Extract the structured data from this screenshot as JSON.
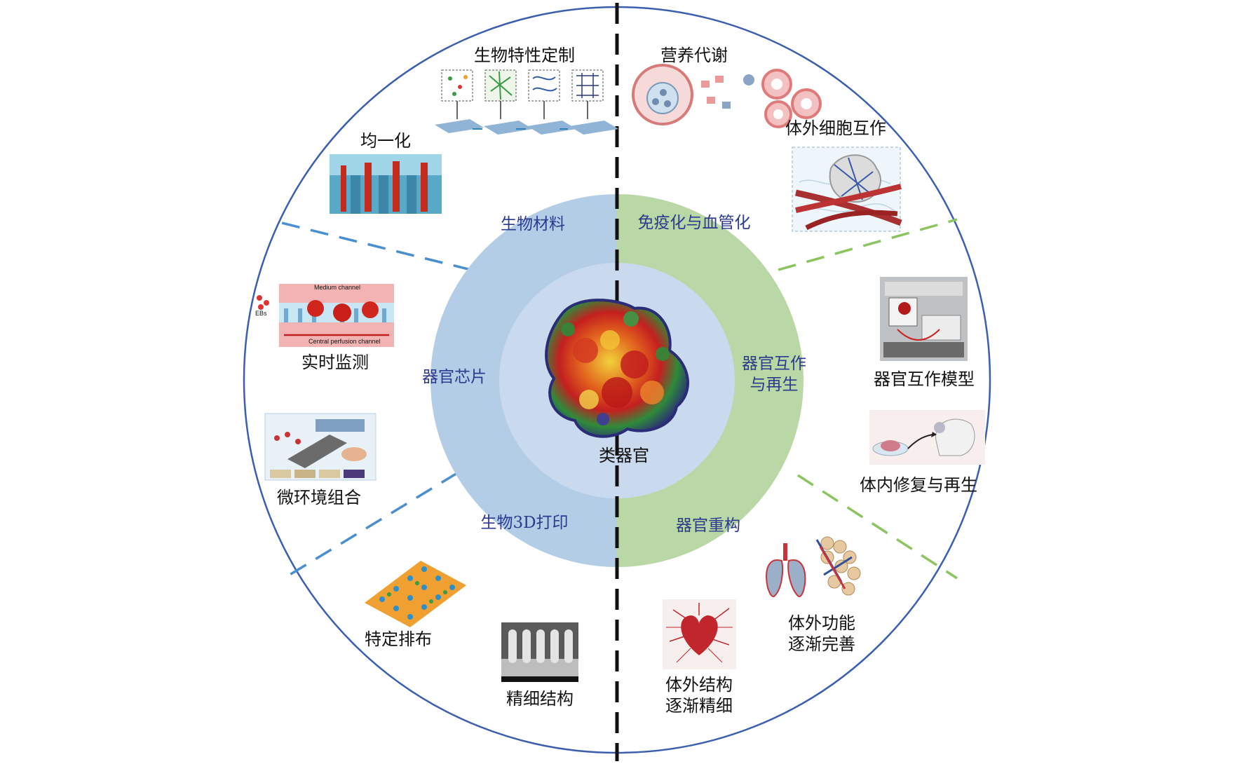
{
  "center": {
    "label": "类器官"
  },
  "ring_labels": {
    "biomaterials": "生物材料",
    "organ_chip": "器官芯片",
    "bioprinting": "生物3D打印",
    "immune_vascular": "免疫化与血管化",
    "interaction_line1": "器官互作",
    "interaction_line2": "与再生",
    "reconstruction": "器官重构"
  },
  "outer_labels": {
    "bio_properties": "生物特性定制",
    "homogenization": "均一化",
    "nutrient_metabolism": "营养代谢",
    "in_vitro_interaction": "体外细胞互作",
    "realtime_monitoring": "实时监测",
    "microenvironment": "微环境组合",
    "organ_interaction_model": "器官互作模型",
    "in_vivo_repair": "体内修复与再生",
    "specific_arrangement": "特定排布",
    "fine_structure": "精细结构",
    "structure_line1": "体外结构",
    "structure_line2": "逐渐精细",
    "function_line1": "体外功能",
    "function_line2": "逐渐完善"
  },
  "thumb_text": {
    "medium_channel": "Medium channel",
    "central_channel": "Central perfusion channel",
    "ebs": "EBs"
  },
  "colors": {
    "outer_circle": "#3b5fae",
    "blue_ring": "#b4cde6",
    "green_ring": "#b9d8a5",
    "inner_disc": "#c9d9ee",
    "blue_dash": "#4a8fd0",
    "green_dash": "#8cc560",
    "divider": "#111111",
    "segment_text": "#2b3a8f"
  }
}
